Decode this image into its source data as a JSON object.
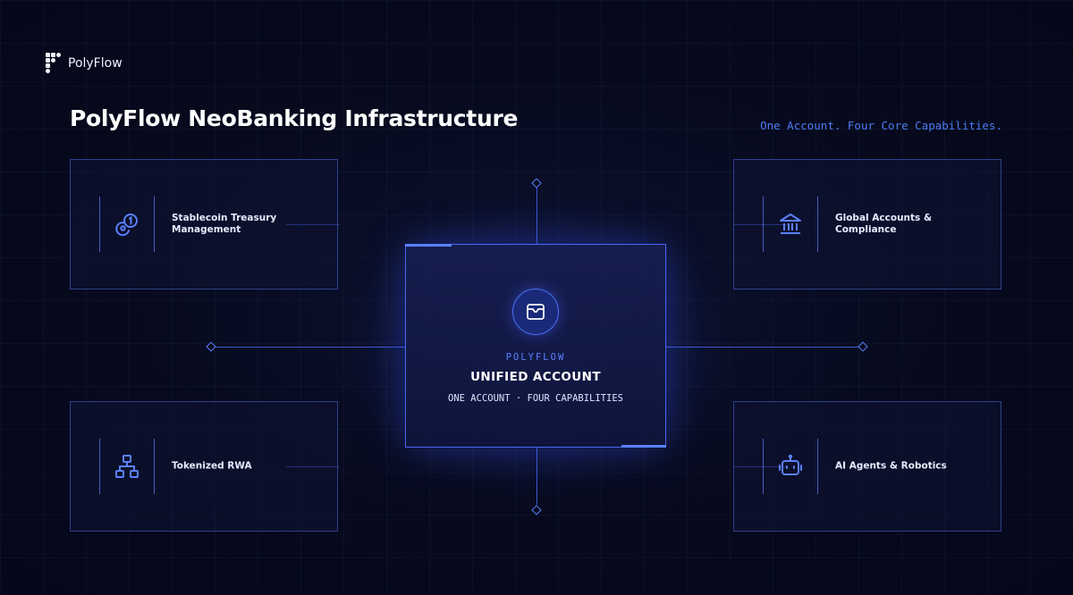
{
  "brand": {
    "name": "PolyFlow"
  },
  "header": {
    "title": "PolyFlow NeoBanking Infrastructure",
    "tagline": "One Account. Four Core Capabilities."
  },
  "center": {
    "kicker": "POLYFLOW",
    "title": "UNIFIED ACCOUNT",
    "subtitle": "ONE ACCOUNT · FOUR CAPABILITIES",
    "icon": "wallet-icon"
  },
  "capabilities": [
    {
      "label": "Stablecoin Treasury Management",
      "icon": "coins-icon"
    },
    {
      "label": "Global Accounts & Compliance",
      "icon": "bank-icon"
    },
    {
      "label": "Tokenized RWA",
      "icon": "hierarchy-icon"
    },
    {
      "label": "AI Agents & Robotics",
      "icon": "robot-icon"
    }
  ],
  "colors": {
    "accent": "#5b80ff",
    "background": "#070a1d",
    "border": "#2f3f8c"
  }
}
